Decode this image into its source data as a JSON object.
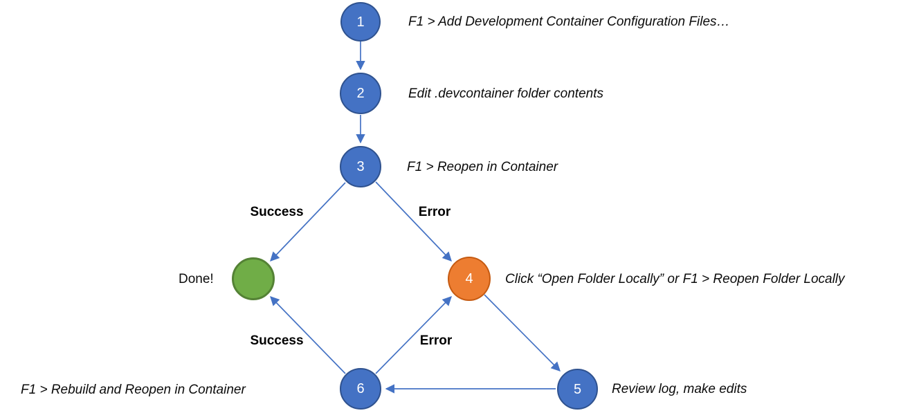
{
  "diagram": {
    "type": "flowchart",
    "palette": {
      "blue_fill": "#4472C4",
      "blue_border": "#2F528F",
      "green_fill": "#70AD47",
      "green_border": "#548235",
      "orange_fill": "#ED7D31",
      "orange_border": "#C55A11",
      "arrow": "#4472C4",
      "text": "#0b0b0b"
    },
    "nodes": [
      {
        "id": "1",
        "label": "1",
        "color": "blue",
        "annotation": "F1 > Add Development Container Configuration Files…"
      },
      {
        "id": "2",
        "label": "2",
        "color": "blue",
        "annotation": "Edit .devcontainer folder contents"
      },
      {
        "id": "3",
        "label": "3",
        "color": "blue",
        "annotation": "F1 > Reopen in Container"
      },
      {
        "id": "done",
        "label": "",
        "color": "green",
        "annotation": "Done!"
      },
      {
        "id": "4",
        "label": "4",
        "color": "orange",
        "annotation": "Click “Open Folder Locally” or F1 > Reopen Folder Locally"
      },
      {
        "id": "5",
        "label": "5",
        "color": "blue",
        "annotation": "Review log, make edits"
      },
      {
        "id": "6",
        "label": "6",
        "color": "blue",
        "annotation": "F1 > Rebuild and Reopen in Container"
      }
    ],
    "edges": [
      {
        "from": "1",
        "to": "2",
        "label": ""
      },
      {
        "from": "2",
        "to": "3",
        "label": ""
      },
      {
        "from": "3",
        "to": "done",
        "label": "Success"
      },
      {
        "from": "3",
        "to": "4",
        "label": "Error"
      },
      {
        "from": "4",
        "to": "5",
        "label": ""
      },
      {
        "from": "5",
        "to": "6",
        "label": ""
      },
      {
        "from": "6",
        "to": "done",
        "label": "Success"
      },
      {
        "from": "6",
        "to": "4",
        "label": "Error"
      }
    ]
  }
}
